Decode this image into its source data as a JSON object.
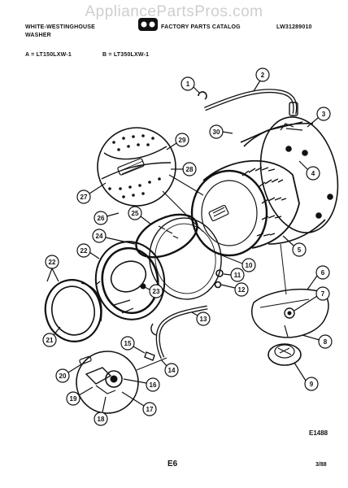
{
  "watermark": "AppliancePartsPros.com",
  "header": {
    "brand_line1": "WHITE-WESTINGHOUSE",
    "brand_line2": "WASHER",
    "catalog_title": "FACTORY PARTS CATALOG",
    "doc_number": "LW31289010",
    "model_a": "A = LT150LXW-1",
    "model_b": "B = LT350LXW-1"
  },
  "diagram": {
    "callouts": [
      "1",
      "2",
      "3",
      "4",
      "5",
      "6",
      "7",
      "8",
      "9",
      "10",
      "11",
      "12",
      "13",
      "14",
      "15",
      "16",
      "17",
      "18",
      "19",
      "20",
      "21",
      "22",
      "23",
      "24",
      "25",
      "26",
      "27",
      "28",
      "29",
      "30"
    ]
  },
  "footer": {
    "figure_code": "E1488",
    "page_number": "E6",
    "date": "3/88"
  }
}
